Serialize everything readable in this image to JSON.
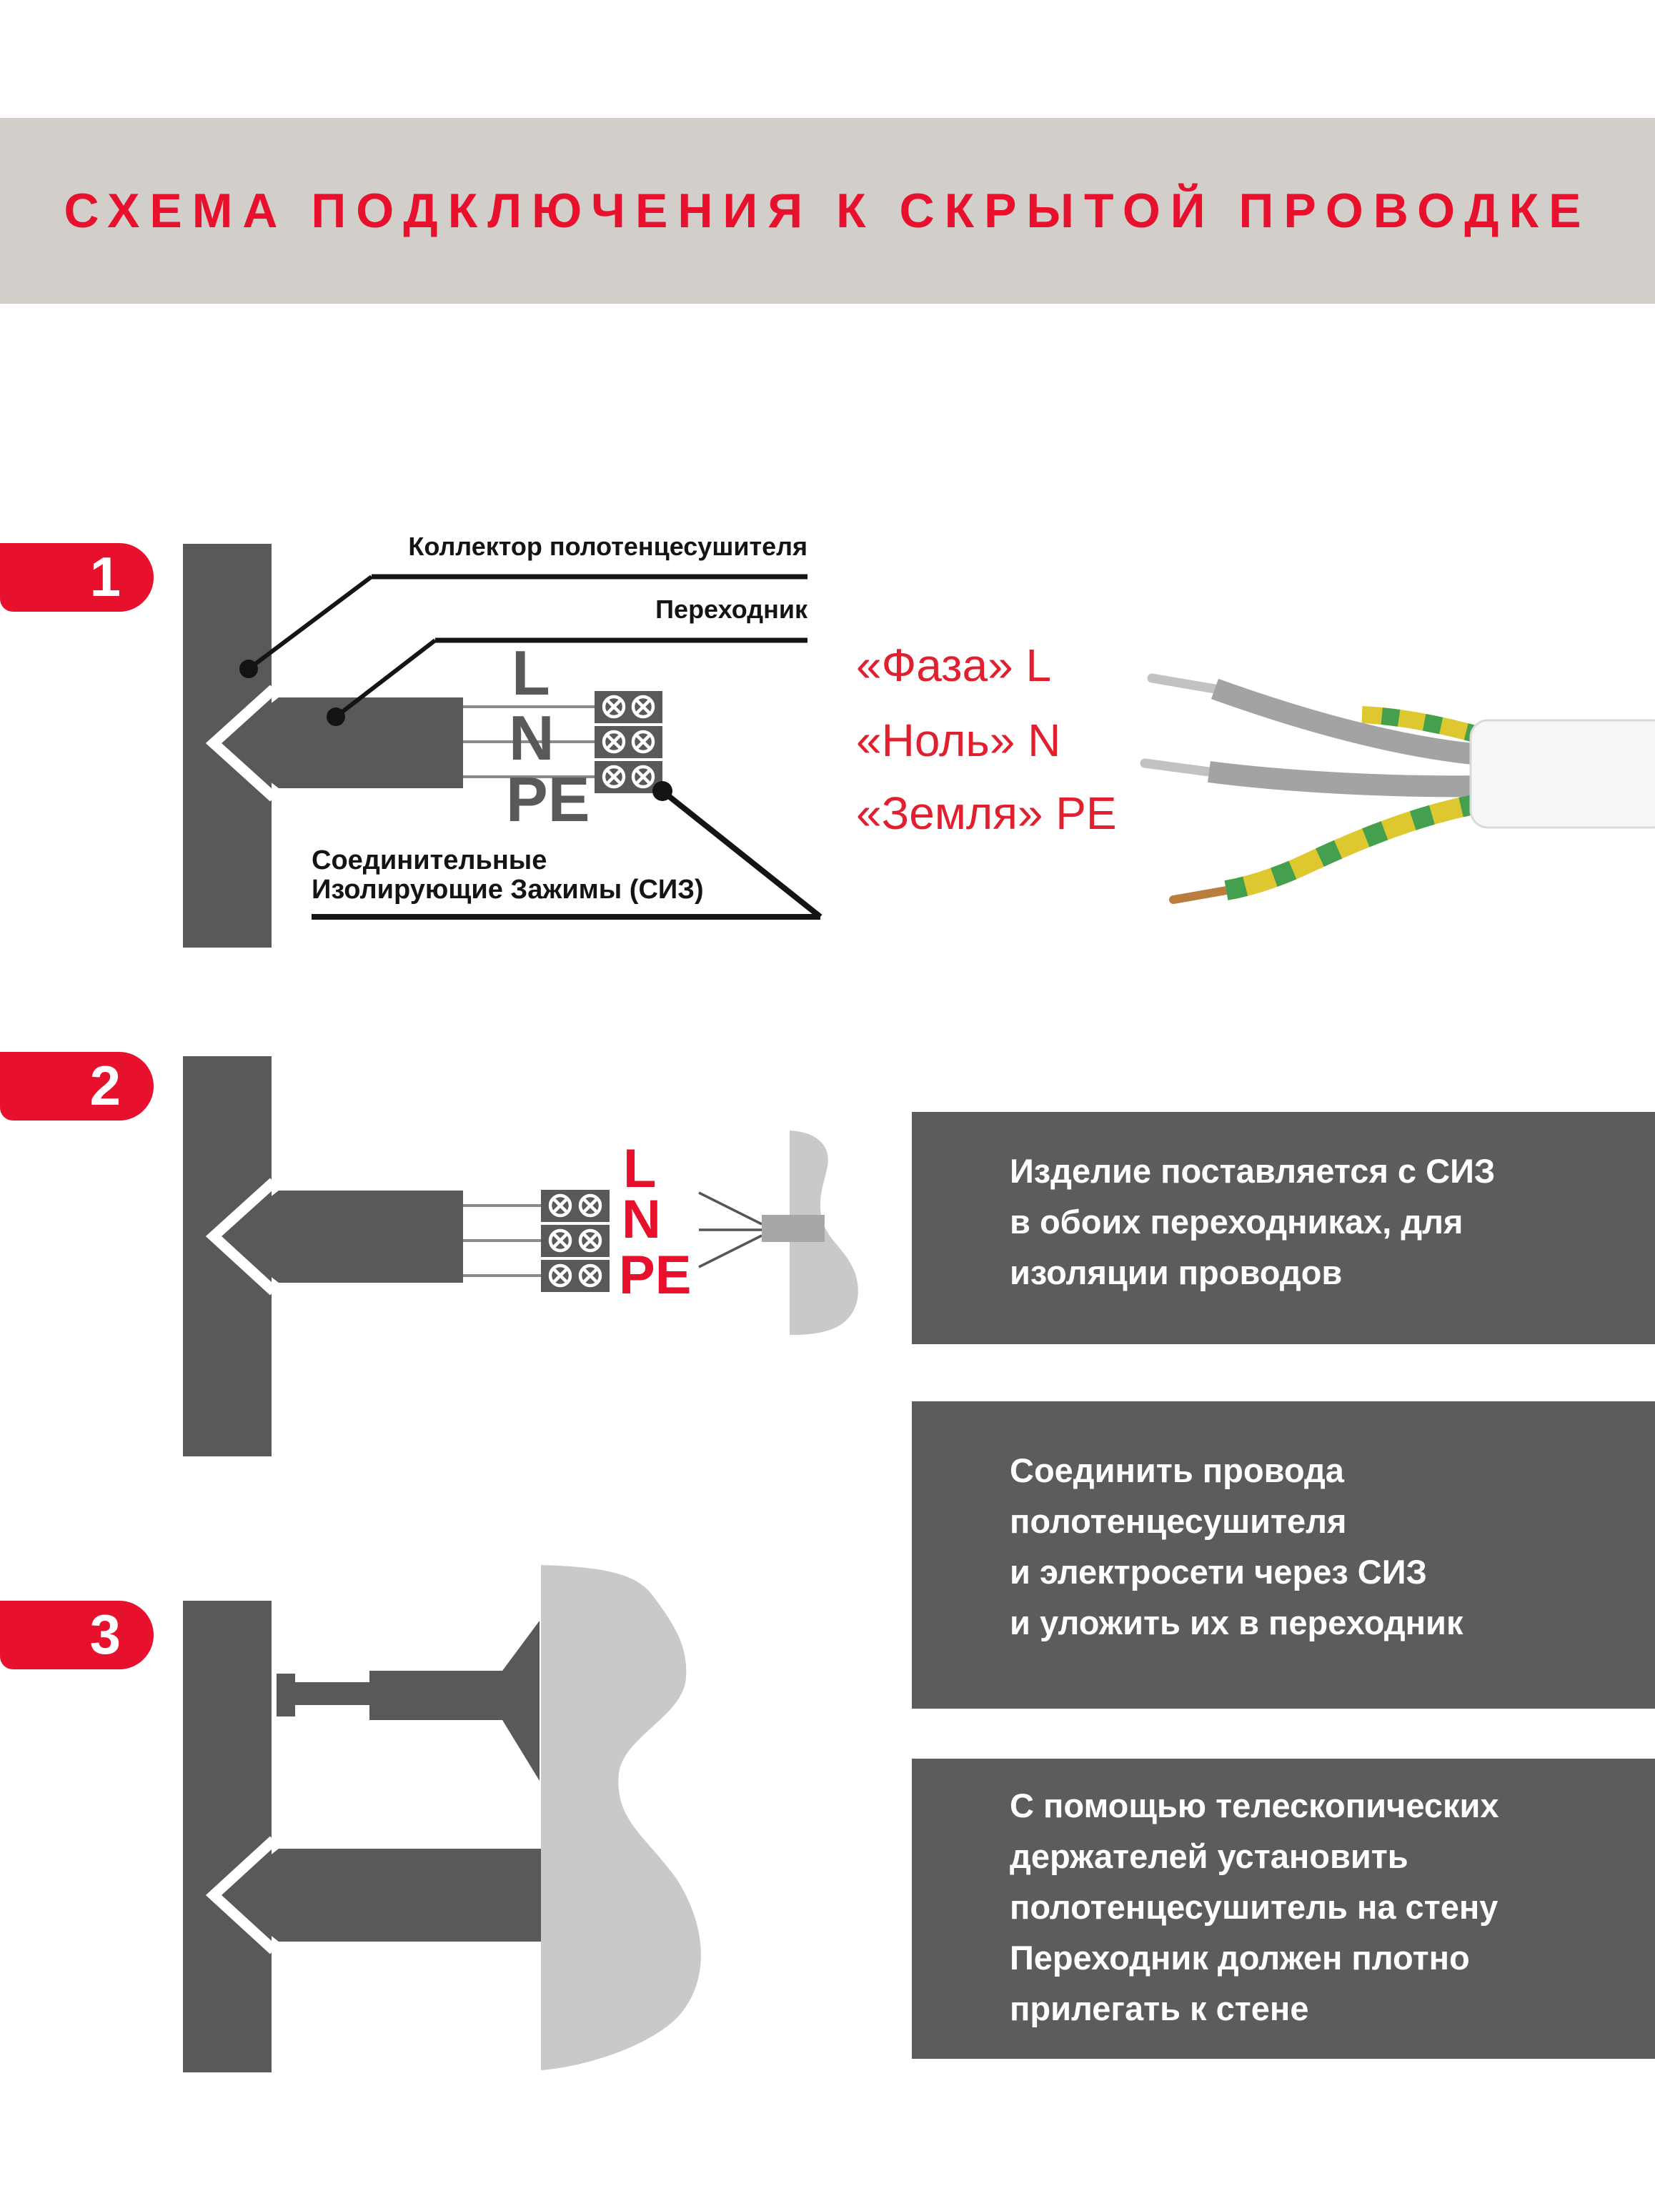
{
  "header": {
    "title": "СХЕМА ПОДКЛЮЧЕНИЯ К СКРЫТОЙ ПРОВОДКЕ"
  },
  "palette": {
    "accent_red": "#e8112d",
    "diagram_dark": "#595959",
    "plaster_gray": "#c9c9c9",
    "note_box_gray": "#5c5c5c",
    "header_band": "#d2cfca"
  },
  "step1": {
    "number": "1",
    "labels": {
      "collector": "Коллектор полотенцесушителя",
      "adapter": "Переходник",
      "siz_line1": "Соединительные",
      "siz_line2": "Изолирующие Зажимы (СИЗ)"
    },
    "terminals": {
      "l": "L",
      "n": "N",
      "pe": "PE"
    },
    "legend": [
      {
        "word": "«Фаза»",
        "code": "L"
      },
      {
        "word": "«Ноль»",
        "code": "N"
      },
      {
        "word": "«Земля»",
        "code": "PE"
      }
    ]
  },
  "step2": {
    "number": "2",
    "terminals": {
      "l": "L",
      "n": "N",
      "pe": "PE"
    },
    "note": {
      "lines": [
        "Изделие поставляется с СИЗ",
        "в обоих переходниках, для",
        "изоляции проводов"
      ]
    }
  },
  "step3": {
    "number": "3",
    "note_connect": {
      "lines": [
        "Соединить провода",
        "полотенцесушителя",
        "и электросети через СИЗ",
        "и уложить их в переходник"
      ]
    },
    "note_mount": {
      "lines": [
        "С помощью телескопических",
        "держателей установить",
        "полотенцесушитель на стену",
        "Переходник должен плотно",
        "прилегать к стене"
      ]
    }
  }
}
